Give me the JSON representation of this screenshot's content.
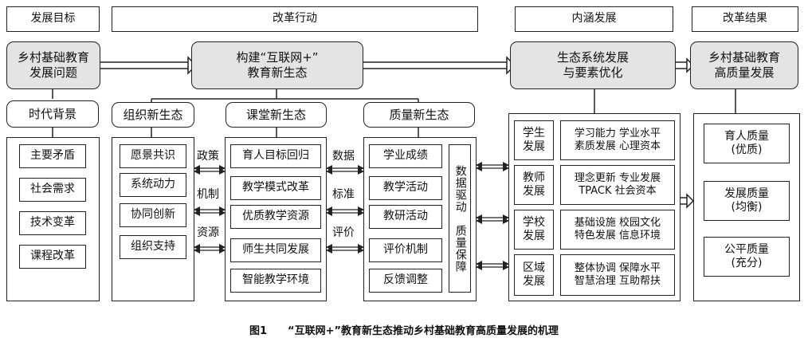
{
  "headers": {
    "goal": "发展目标",
    "action": "改革行动",
    "connotation": "内涵发展",
    "result": "改革结果"
  },
  "top_row": {
    "problem": "乡村基础教育\n发展问题",
    "build": "构建“互联网+”\n教育新生态",
    "eco": "生态系统发展\n与要素优化",
    "quality": "乡村基础教育\n高质量发展"
  },
  "era": {
    "title": "时代背景",
    "items": [
      "主要矛盾",
      "社会需求",
      "技术变革",
      "课程改革"
    ]
  },
  "org": {
    "title": "组织新生态",
    "items": [
      "愿景共识",
      "系统动力",
      "协同创新",
      "组织支持"
    ]
  },
  "class": {
    "title": "课堂新生态",
    "items": [
      "育人目标回归",
      "教学模式改革",
      "优质教学资源",
      "师生共同发展",
      "智能教学环境"
    ]
  },
  "qual": {
    "title": "质量新生态",
    "items": [
      "学业成绩",
      "教学活动",
      "教研活动",
      "评价机制",
      "反馈调整"
    ],
    "side": "数据驱动　质量保障"
  },
  "links_left": [
    "政策",
    "机制",
    "资源"
  ],
  "links_right": [
    "数据",
    "标准",
    "评价"
  ],
  "connotation_rows": [
    {
      "label": "学生\n发展",
      "detail": "学习能力 学业水平\n素质发展 心理资本"
    },
    {
      "label": "教师\n发展",
      "detail": "理念更新 专业发展\nTPACK 社会资本"
    },
    {
      "label": "学校\n发展",
      "detail": "基础设施 校园文化\n特色发展 信息环境"
    },
    {
      "label": "区域\n发展",
      "detail": "整体协调 保障水平\n智慧治理 互助帮扶"
    }
  ],
  "results": [
    "育人质量\n(优质)",
    "发展质量\n(均衡)",
    "公平质量\n(充分)"
  ],
  "caption": "图1　　“互联网+”教育新生态推动乡村基础教育高质量发展的机理"
}
